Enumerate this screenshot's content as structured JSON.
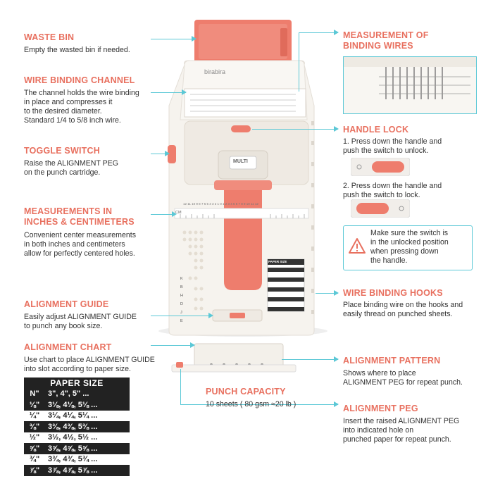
{
  "left": {
    "waste_bin": {
      "title": "WASTE BIN",
      "desc": [
        "Empty the wasted bin if needed."
      ]
    },
    "wire_channel": {
      "title": "WIRE BINDING CHANNEL",
      "desc": [
        "The channel holds the wire binding",
        "in place and compresses it",
        "to the desired diameter.",
        "Standard 1/4 to 5/8 inch wire."
      ]
    },
    "toggle_switch": {
      "title": "TOGGLE SWITCH",
      "desc": [
        "Raise the ALIGNMENT PEG",
        "on the punch cartridge."
      ]
    },
    "measurements": {
      "title": [
        "MEASUREMENTS IN",
        "INCHES & CENTIMETERS"
      ],
      "desc": [
        "Convenient center measurements",
        "in both inches and centimeters",
        "allow for perfectly centered holes."
      ]
    },
    "alignment_guide": {
      "title": "ALIGNMENT GUIDE",
      "desc": [
        "Easily adjust ALIGNMENT GUIDE",
        "to punch any book size."
      ]
    },
    "alignment_chart": {
      "title": "ALIGNMENT CHART",
      "desc": [
        "Use chart to place ALIGNMENT GUIDE",
        "into slot according to paper size."
      ]
    }
  },
  "paper_table": {
    "header": "PAPER SIZE",
    "rows": [
      {
        "key": "N\"",
        "value": "3\", 4\", 5\" ...",
        "style": "dark"
      },
      {
        "key": "⅛\"",
        "value": "3⅛, 4⅛, 5⅛ ...",
        "style": "dark"
      },
      {
        "key": "¼\"",
        "value": "3¼, 4¼, 5¼ ...",
        "style": "light"
      },
      {
        "key": "⅜\"",
        "value": "3⅜, 4⅜, 5⅜ ...",
        "style": "dark"
      },
      {
        "key": "½\"",
        "value": "3½, 4½, 5½ ...",
        "style": "light"
      },
      {
        "key": "⅝\"",
        "value": "3⅝, 4⅝, 5⅝ ...",
        "style": "dark"
      },
      {
        "key": "¾\"",
        "value": "3¾, 4¾, 5¾ ...",
        "style": "light"
      },
      {
        "key": "⅞\"",
        "value": "3⅞, 4⅞, 5⅞ ...",
        "style": "dark"
      }
    ]
  },
  "right": {
    "measurement_wires": {
      "title": [
        "MEASUREMENT OF",
        "BINDING WIRES"
      ]
    },
    "handle_lock": {
      "title": "HANDLE LOCK",
      "step1": [
        "1. Press down the handle and",
        "push the switch to unlock."
      ],
      "step2": [
        "2. Press down the handle and",
        "push the switch to lock."
      ]
    },
    "warning": [
      "Make sure the switch is",
      "in the unlocked position",
      "when pressing down",
      "the handle."
    ],
    "hooks": {
      "title": "WIRE BINDING HOOKS",
      "desc": [
        "Place binding wire on the hooks and",
        "easily thread on punched sheets."
      ]
    },
    "pattern": {
      "title": "ALIGNMENT PATTERN",
      "desc": [
        "Shows where to place",
        "ALIGNMENT PEG for repeat punch."
      ]
    },
    "peg": {
      "title": "ALIGNMENT PEG",
      "desc": [
        "Insert the raised ALIGNMENT PEG",
        "into indicated hole on",
        "punched paper for repeat punch."
      ]
    }
  },
  "punch_capacity": {
    "title": "PUNCH CAPACITY",
    "desc": "10 sheets ( 80 gsm ≈20 lb )"
  },
  "machine": {
    "brand": "birabira",
    "handle_label": "MULTI",
    "ruler_label": "CM",
    "ruler_numbers": "12 11 10 9 8 7 6 5 4 3 2 1 0 1 2 3 4 5 6 7 8 9 10 11 12",
    "guide_letters": [
      "K",
      "B",
      "H",
      "D",
      "J",
      "E"
    ],
    "mini_table_header": "PAPER SIZE"
  },
  "colors": {
    "accent": "#e8705f",
    "leader": "#5bc8d6",
    "coral": "#ee7d6d"
  }
}
